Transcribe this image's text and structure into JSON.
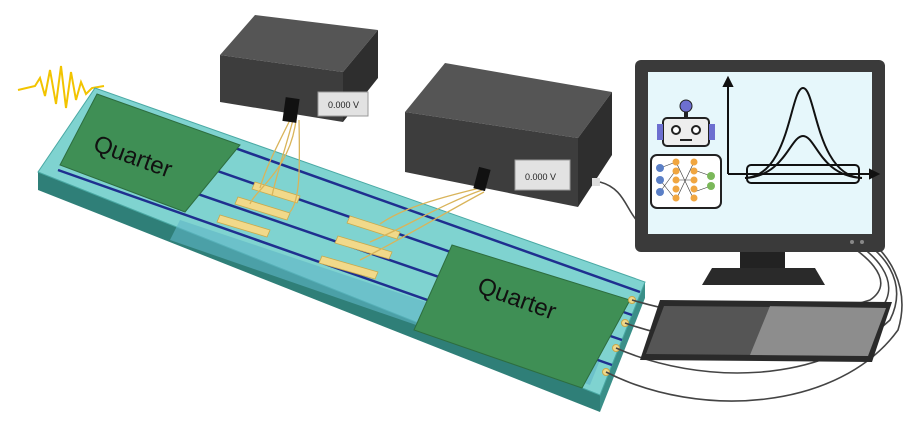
{
  "chip": {
    "left_pad_label": "Quarter",
    "right_pad_label": "Quarter"
  },
  "voltage_sources": [
    {
      "display": "0.000 V"
    },
    {
      "display": "0.000 V"
    }
  ],
  "colors": {
    "substrate": "#7fd3d0",
    "pad": "#3f8f55",
    "waveguide": "#1f2f8f",
    "electrode": "#f1d98a",
    "box": "#3d3d3d",
    "screen": "#e6f7fb",
    "pulse": "#f2c400"
  }
}
